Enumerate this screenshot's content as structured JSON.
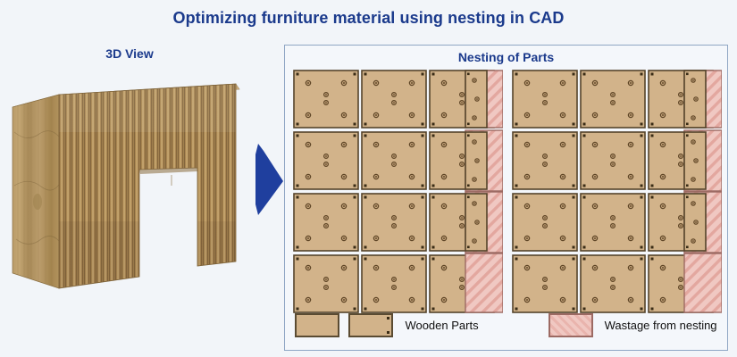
{
  "title": "Optimizing furniture material using nesting in CAD",
  "left_panel": {
    "label": "3D View",
    "model_name": "slatted-wooden-stool"
  },
  "arrow": {
    "name": "process-arrow",
    "direction": "right",
    "color": "#1f3f9e"
  },
  "nesting_panel": {
    "title": "Nesting of Parts",
    "border_color": "#8fa6c4",
    "background": "#f4f7fb",
    "sheets": [
      {
        "name": "sheet-left",
        "rows": [
          {
            "wide_parts": 3,
            "narrow_parts": 1,
            "waste": true
          },
          {
            "wide_parts": 3,
            "narrow_parts": 1,
            "waste": true
          },
          {
            "wide_parts": 3,
            "narrow_parts": 1,
            "waste": true
          },
          {
            "wide_parts": 3,
            "narrow_parts": 0,
            "waste": true
          }
        ]
      },
      {
        "name": "sheet-right",
        "rows": [
          {
            "wide_parts": 3,
            "narrow_parts": 1,
            "waste": true
          },
          {
            "wide_parts": 3,
            "narrow_parts": 1,
            "waste": true
          },
          {
            "wide_parts": 3,
            "narrow_parts": 1,
            "waste": true
          },
          {
            "wide_parts": 3,
            "narrow_parts": 0,
            "waste": true
          }
        ]
      }
    ],
    "part_colors": {
      "fill": "#d2b38a",
      "stroke": "#5a4b32",
      "hole": "#6b4f2a",
      "corner_dot": "#3a2c16"
    },
    "waste_colors": {
      "fill": "#f0c8c2",
      "hatch": "#e0a098",
      "stroke": "#9c6a63"
    }
  },
  "legend": {
    "wooden_parts_label": "Wooden Parts",
    "wastage_label": "Wastage from nesting",
    "wooden_swatch_color": "#d2b38a",
    "wastage_swatch_color": "#f0c8c2"
  },
  "colors": {
    "background": "#f2f5f9",
    "title_blue": "#1b3a8c",
    "wood_light": "#c9a875",
    "wood_dark": "#7a5c38"
  }
}
